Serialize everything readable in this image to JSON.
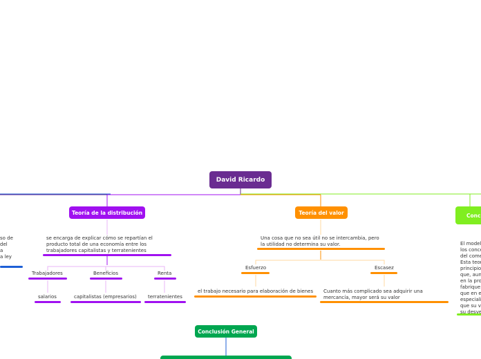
{
  "colors": {
    "root": "#6a2c91",
    "distribucion": "#a010f0",
    "valor": "#ff9000",
    "conclusion_general": "#00a650",
    "right_branch": "#80ee20",
    "left_branch": "#1d5fd6"
  },
  "root": {
    "label": "David Ricardo"
  },
  "distribucion": {
    "title": "Teoría de la distribución",
    "description": "se encarga de explicar cómo se repartían el producto total de una economía entre los trabajadores capitalistas y terratenientes",
    "description_lines": [
      "se encarga de explicar cómo se repartían el",
      "producto total de una economía entre los",
      "trabajadores capitalistas y terratenientes"
    ],
    "children": [
      {
        "label": "Trabajadores",
        "sub": "salarios"
      },
      {
        "label": "Beneficios",
        "sub": "capitalistas (empresarios)"
      },
      {
        "label": "Renta",
        "sub": "terratenientes"
      }
    ]
  },
  "valor": {
    "title": "Teoría del valor",
    "description": "Una cosa que no sea útil no se intercambia, pero la utilidad no determina su valor.",
    "description_lines": [
      "Una cosa que no sea útil no se intercambia, pero",
      "la utilidad no determina su valor."
    ],
    "children": [
      {
        "label": "Esfuerzo",
        "sub_lines": [
          "el trabajo necesario para elaboración de bienes"
        ]
      },
      {
        "label": "Escasez",
        "sub_lines": [
          "Cuanto más complicado sea adquirir una",
          "mercancía, mayor será su valor"
        ]
      }
    ]
  },
  "conclusion_general": {
    "title": "Conclusión General"
  },
  "right_branch": {
    "title_partial": "Conc",
    "text_lines": [
      "El model",
      "los conce",
      "del come",
      "Esta teor",
      "principio",
      "que, aun",
      "en la pro",
      "fabrique",
      "que en e",
      "especiali",
      "que su v",
      "su desve"
    ]
  },
  "left_branch": {
    "text_lines": [
      "so de",
      "del",
      "a",
      "a ley"
    ]
  }
}
